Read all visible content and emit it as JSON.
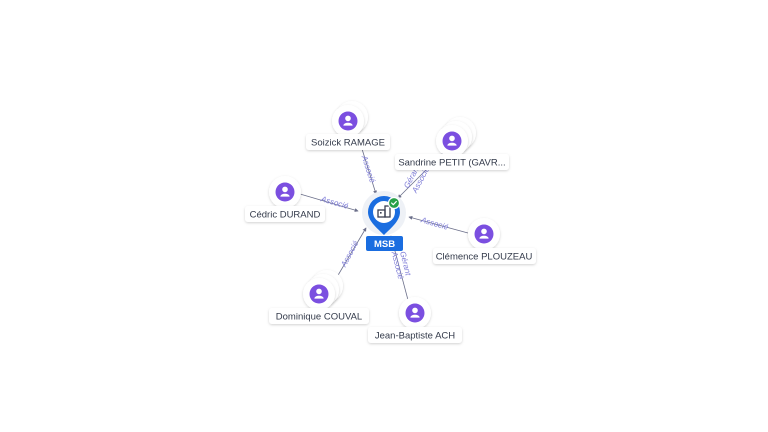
{
  "center": {
    "label": "MSB",
    "icon": "company-icon",
    "status_icon": "check-icon",
    "color": "#1a6de0",
    "status_color": "#27a048"
  },
  "colors": {
    "person": "#7b4fe0",
    "edge": "#6b6f8a",
    "edge_label": "#7c7ad6"
  },
  "people": [
    {
      "id": "soizick",
      "name": "Soizick RAMAGE",
      "roles": [
        "Associé"
      ]
    },
    {
      "id": "sandrine",
      "name": "Sandrine PETIT (GAVR...",
      "roles": [
        "Gérant",
        "Associé"
      ]
    },
    {
      "id": "cedric",
      "name": "Cédric DURAND",
      "roles": [
        "Associé"
      ]
    },
    {
      "id": "clemence",
      "name": "Clémence PLOUZEAU",
      "roles": [
        "Associé"
      ]
    },
    {
      "id": "dominique",
      "name": "Dominique COUVAL",
      "roles": [
        "Associé"
      ]
    },
    {
      "id": "jeanbaptiste",
      "name": "Jean-Baptiste ACH",
      "roles": [
        "Gérant",
        "Associé"
      ]
    }
  ]
}
